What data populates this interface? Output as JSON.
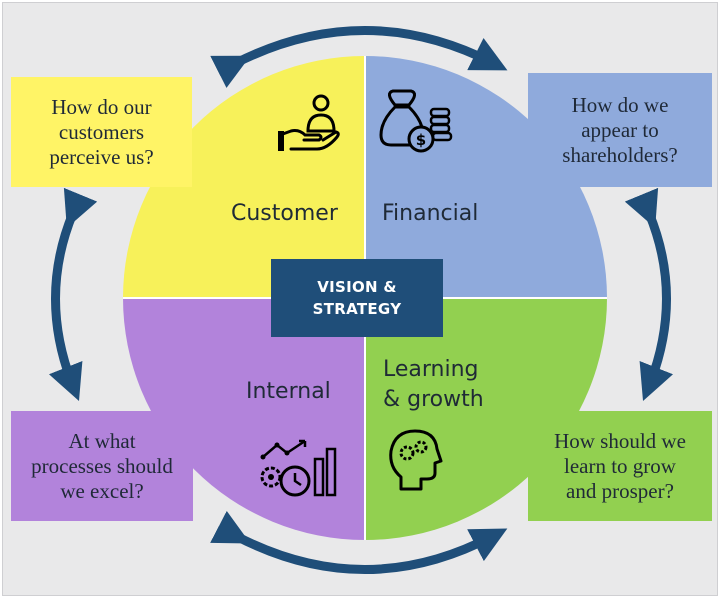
{
  "center": {
    "line1": "VISION &",
    "line2": "STRATEGY"
  },
  "quadrants": {
    "customer": {
      "label": "Customer",
      "color": "#f7f15a"
    },
    "financial": {
      "label": "Financial",
      "color": "#8faadc"
    },
    "internal": {
      "label": "Internal",
      "color": "#b283db"
    },
    "learning": {
      "label": "Learning\n& growth",
      "color": "#92d050"
    }
  },
  "questions": {
    "customer": {
      "text": "How do our\ncustomers\nperceive us?",
      "color": "#fff466"
    },
    "financial": {
      "text": "How do we\nappear to\nshareholders?",
      "color": "#8faadc"
    },
    "internal": {
      "text": "At what\nprocesses should\nwe excel?",
      "color": "#b283db"
    },
    "learning": {
      "text": "How should we\nlearn to grow\nand prosper?",
      "color": "#92d050"
    }
  },
  "icons": {
    "customer": "hand-user-icon",
    "financial": "money-bag-coins-icon",
    "internal": "process-chart-icon",
    "learning": "head-gears-icon"
  },
  "accent": "#1f4e79",
  "arrow_color": "#1f4e79"
}
